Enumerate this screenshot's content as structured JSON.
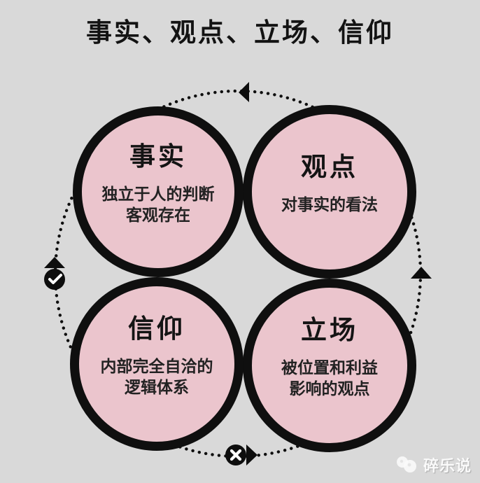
{
  "title": "事实、观点、立场、信仰",
  "colors": {
    "background": "#d9d9d9",
    "circle_fill": "#ebc5cd",
    "outline": "#0f0f0f",
    "badge_fill": "#0d0d0d",
    "badge_glyph": "#ffffff",
    "title_text": "#131313",
    "watermark_text": "#fafafa"
  },
  "circles": [
    {
      "key": "facts",
      "title": "事实",
      "description": [
        "独立于人的判断",
        "客观存在"
      ]
    },
    {
      "key": "opinions",
      "title": "观点",
      "description": [
        "对事实的看法"
      ]
    },
    {
      "key": "beliefs",
      "title": "信仰",
      "description": [
        "内部完全自洽的",
        "逻辑体系"
      ]
    },
    {
      "key": "positions",
      "title": "立场",
      "description": [
        "被位置和利益",
        "影响的观点"
      ]
    }
  ],
  "cycle": {
    "style": "dotted-ring",
    "arrows": [
      {
        "position": "top",
        "direction": "left"
      },
      {
        "position": "left",
        "direction": "up"
      },
      {
        "position": "right",
        "direction": "up"
      },
      {
        "position": "bottom",
        "direction": "right"
      }
    ],
    "badges": [
      {
        "position": "left",
        "icon": "check"
      },
      {
        "position": "bottom",
        "icon": "cross"
      }
    ]
  },
  "watermark": {
    "text": "碎乐说"
  }
}
